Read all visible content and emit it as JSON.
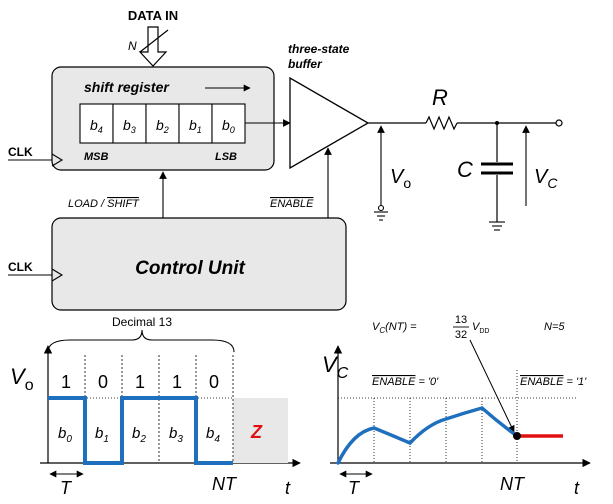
{
  "top": {
    "data_in": "DATA IN",
    "bus_n": "N",
    "shift_register": "shift register",
    "bits": [
      "b4",
      "b3",
      "b2",
      "b1",
      "b0"
    ],
    "msb": "MSB",
    "lsb": "LSB",
    "clk": "CLK",
    "load_shift_prefix": "LOAD / ",
    "load_shift_over": "SHIFT",
    "enable": "ENABLE",
    "control_unit": "Control Unit",
    "buffer_line1": "three-state",
    "buffer_line2": "buffer",
    "resistor": "R",
    "capacitor": "C",
    "vo": "V",
    "vo_sub": "o",
    "vc": "V",
    "vc_sub": "C"
  },
  "vo_plot": {
    "brace_label": "Decimal 13",
    "y_label": "V",
    "y_sub": "o",
    "bit_values": [
      "1",
      "0",
      "1",
      "1",
      "0"
    ],
    "bit_labels": [
      "b",
      "b",
      "b",
      "b",
      "b"
    ],
    "bit_subs": [
      "0",
      "1",
      "2",
      "3",
      "4"
    ],
    "z": "Z",
    "period": "T",
    "nt": "NT",
    "t": "t"
  },
  "vc_plot": {
    "eq_v": "V",
    "eq_sub": "C",
    "eq_arg": "(NT) = ",
    "eq_num": "13",
    "eq_den": "32",
    "eq_vdd": "V",
    "eq_vdd_sub": "DD",
    "n_eq": "N=5",
    "y_label": "V",
    "y_sub": "C",
    "enable_0_over": "ENABLE",
    "enable_0_val": " = '0'",
    "enable_1_over": "ENABLE",
    "enable_1_val": " = '1'",
    "period": "T",
    "nt": "NT",
    "t": "t"
  },
  "colors": {
    "waveform": "#1f6fbf",
    "hold": "#e01010",
    "box_fill": "#e8e8e8",
    "z_text": "#e01010"
  }
}
